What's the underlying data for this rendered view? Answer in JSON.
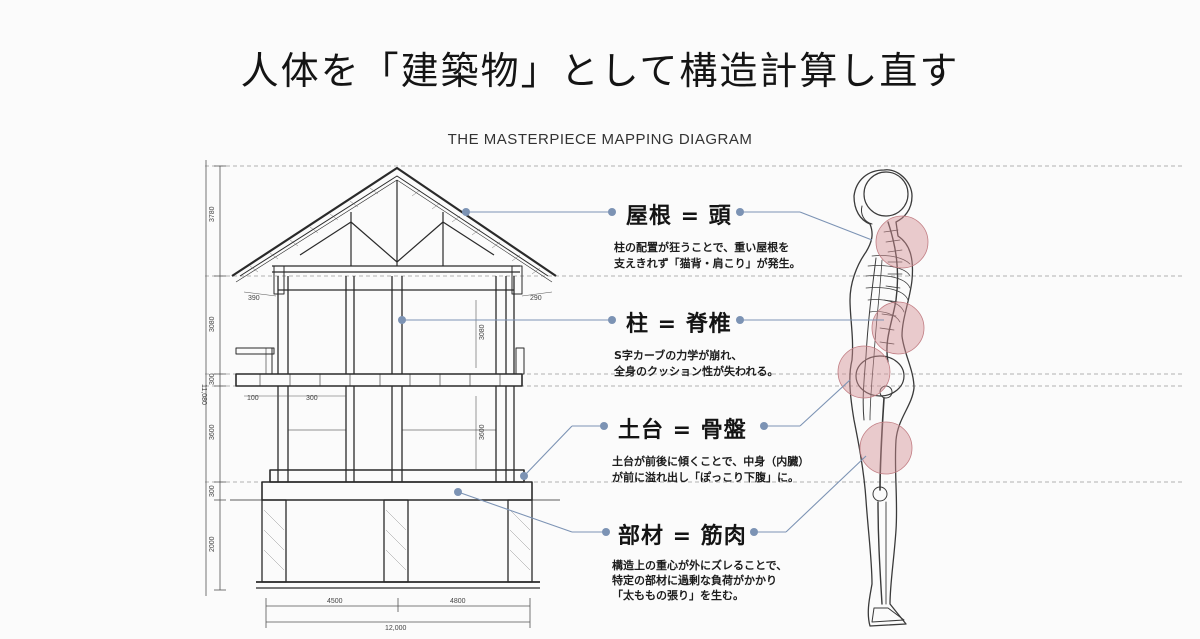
{
  "title": "人体を「建築物」として構造計算し直す",
  "subtitle": "THE MASTERPIECE MAPPING DIAGRAM",
  "mappings": [
    {
      "title": "屋根 = 頭",
      "desc": "柱の配置が狂うことで、重い屋根を\n支えきれず「猫背・肩こり」が発生。"
    },
    {
      "title": "柱 = 脊椎",
      "desc": "S字カーブの力学が崩れ、\n全身のクッション性が失われる。"
    },
    {
      "title": "土台 = 骨盤",
      "desc": "土台が前後に傾くことで、中身（内臓）\nが前に溢れ出し「ぽっこり下腹」に。"
    },
    {
      "title": "部材 = 筋肉",
      "desc": "構造上の重心が外にズレることで、\n特定の部材に過剰な負荷がかかり\n「太ももの張り」を生む。"
    }
  ],
  "dimensions": {
    "left_total": "11,080",
    "left_segments": [
      "3780",
      "3080",
      "300",
      "3600",
      "300",
      "2000"
    ],
    "bottom_segments": [
      "4500",
      "4800"
    ],
    "bottom_total": "12,000",
    "eave_left": "390",
    "eave_right": "290",
    "balcony": "300",
    "balcony_depth": "100",
    "inner_upper": "3080",
    "inner_lower": "3600"
  },
  "colors": {
    "accent": "#7c93b4",
    "highlight": "#d28e93",
    "line": "#2a2a2a"
  }
}
